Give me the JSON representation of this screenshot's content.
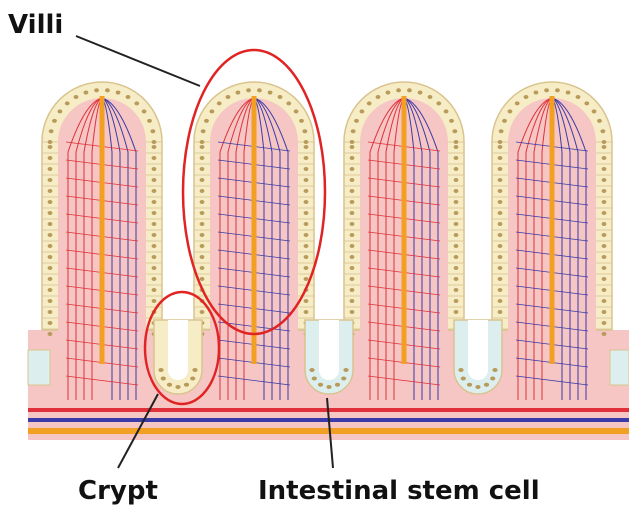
{
  "labels": {
    "villi": "Villi",
    "crypt": "Crypt",
    "stem_cell": "Intestinal stem cell"
  },
  "colors": {
    "epithelium_fill": "#f6ecc6",
    "epithelium_stroke": "#d9c48f",
    "nucleus": "#b89a5a",
    "lamina_propria": "#f5c6c3",
    "stem_cell_fill": "#dcefee",
    "artery": "#e0303a",
    "vein": "#3a3aa8",
    "lacteal": "#f2a024",
    "highlight_ring": "#e02424"
  },
  "icons": [
    "villus-shape",
    "crypt-shape",
    "capillary-network",
    "central-lacteal",
    "highlight-ring",
    "leader-line"
  ]
}
